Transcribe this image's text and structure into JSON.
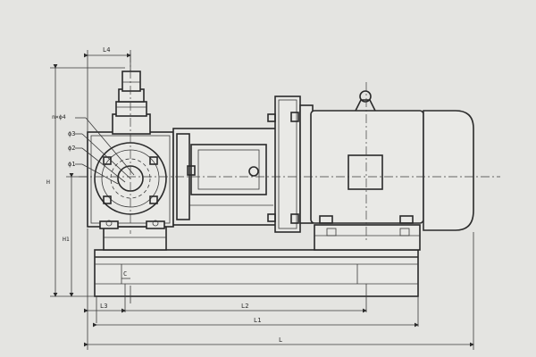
{
  "drawing": {
    "labels": {
      "L4": "L4",
      "phi4": "n×ϕ4",
      "phi3": "ϕ3",
      "phi2": "ϕ2",
      "phi1": "ϕ1",
      "H": "H",
      "H1": "H1",
      "C": "C",
      "L3": "L3",
      "L2": "L2",
      "L1": "L1",
      "L": "L"
    }
  }
}
